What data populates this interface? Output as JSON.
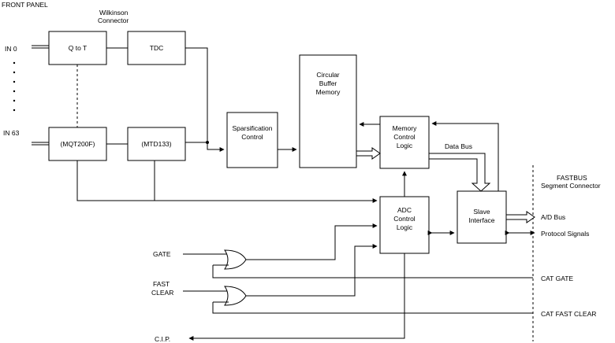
{
  "front_panel": {
    "title": "FRONT PANEL",
    "wilkinson_line1": "Wilkinson",
    "wilkinson_line2": "Connector",
    "in_top": "IN 0",
    "in_bottom": "IN 63"
  },
  "blocks": {
    "q_to_t": "Q to T",
    "tdc": "TDC",
    "mqt": "(MQT200F)",
    "mtd": "(MTD133)",
    "sparsification_line1": "Sparsification",
    "sparsification_line2": "Control",
    "circular_line1": "Circular",
    "circular_line2": "Buffer",
    "circular_line3": "Memory",
    "memctrl_line1": "Memory",
    "memctrl_line2": "Control",
    "memctrl_line3": "Logic",
    "adc_line1": "ADC",
    "adc_line2": "Control",
    "adc_line3": "Logic",
    "slave_line1": "Slave",
    "slave_line2": "Interface"
  },
  "signals": {
    "data_bus": "Data Bus",
    "fastbus_line1": "FASTBUS",
    "fastbus_line2": "Segment Connector",
    "ad_bus": "A/D Bus",
    "protocol": "Protocol Signals",
    "gate": "GATE",
    "fast_line1": "FAST",
    "fast_line2": "CLEAR",
    "cip": "C.I.P.",
    "cat_gate": "CAT GATE",
    "cat_fast_clear": "CAT FAST CLEAR"
  }
}
